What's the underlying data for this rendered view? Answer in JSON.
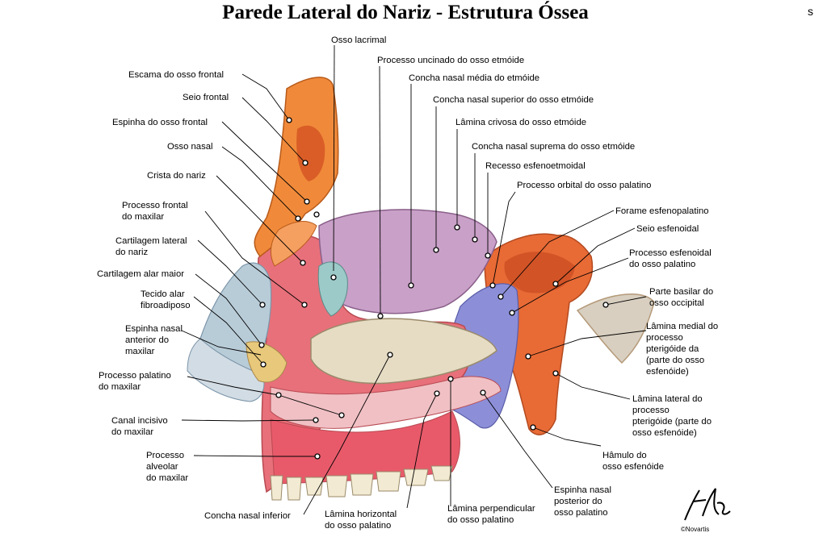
{
  "title": "Parede Lateral do Nariz - Estrutura Óssea",
  "stray_mark": "s",
  "copyright": "©Novartis",
  "labels": {
    "osso_lacrimal": "Osso lacrimal",
    "processo_uncinado": "Processo uncinado do osso etmóide",
    "concha_media": "Concha nasal média do etmóide",
    "concha_superior": "Concha nasal superior do osso etmóide",
    "lamina_crivosa": "Lâmina crivosa do osso etmóide",
    "concha_suprema": "Concha nasal suprema do osso etmóide",
    "recesso": "Recesso esfenoetmoidal",
    "processo_orbital": "Processo orbital do osso palatino",
    "forame": "Forame esfenopalatino",
    "seio_esfenoidal": "Seio esfenoidal",
    "proc_esfenoidal": [
      "Processo esfenoidal",
      "do osso palatino"
    ],
    "parte_basilar": [
      "Parte basilar do",
      "osso occipital"
    ],
    "lamina_medial": [
      "Lâmina medial do",
      "processo",
      "pterigóide da",
      "(parte do osso",
      "esfenóide)"
    ],
    "lamina_lateral": [
      "Lâmina lateral do",
      "processo",
      "pterigóide (parte do",
      "osso esfenóide)"
    ],
    "hamulo": [
      "Hâmulo do",
      "osso esfenóide"
    ],
    "espinha_posterior": [
      "Espinha nasal",
      "posterior do",
      "osso palatino"
    ],
    "lamina_perpendicular": [
      "Lâmina perpendicular",
      "do osso palatino"
    ],
    "lamina_horizontal": [
      "Lâmina horizontal",
      "do osso palatino"
    ],
    "concha_inferior": "Concha nasal inferior",
    "escama": "Escama do osso frontal",
    "seio_frontal": "Seio frontal",
    "espinha_frontal": "Espinha do osso frontal",
    "osso_nasal": "Osso nasal",
    "crista": "Crista do nariz",
    "proc_frontal": [
      "Processo frontal",
      "do maxilar"
    ],
    "cartilagem_lateral": [
      "Cartilagem lateral",
      "do nariz"
    ],
    "cartilagem_alar": "Cartilagem alar maior",
    "tecido_alar": [
      "Tecido alar",
      "fibroadiposo"
    ],
    "espinha_anterior": [
      "Espinha nasal",
      "anterior do",
      "maxilar"
    ],
    "proc_palatino": [
      "Processo palatino",
      "do maxilar"
    ],
    "canal_incisivo": [
      "Canal incisivo",
      "do maxilar"
    ],
    "proc_alveolar": [
      "Processo",
      "alveolar",
      "do maxilar"
    ]
  },
  "colors": {
    "frontal_bone": "#f08a3a",
    "maxilla": "#e8707a",
    "ethmoid": "#c9a0c8",
    "lacrimal": "#9ccac8",
    "cartilage": "#b8ccd8",
    "palatine": "#8c8fd8",
    "sphenoid": "#e86a35",
    "occipital": "#d8cfc0",
    "inferior_concha": "#e6dcc4",
    "teeth": "#f2ead2"
  }
}
